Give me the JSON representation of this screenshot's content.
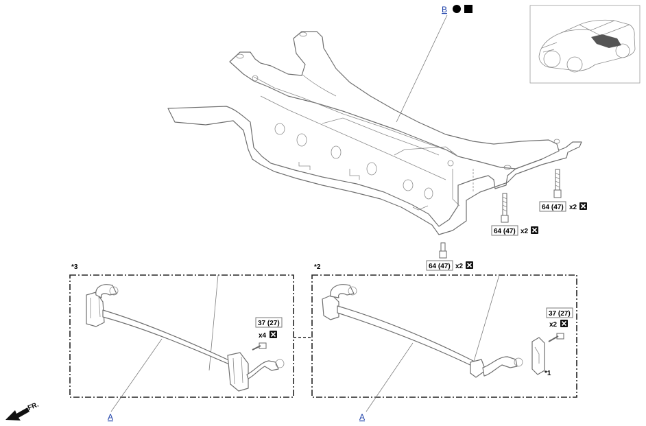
{
  "links": {
    "b": "B",
    "a_left": "A",
    "a_right": "A"
  },
  "callouts": {
    "star3": "*3",
    "star2": "*2",
    "star1": "*1",
    "front": "FR."
  },
  "torques": {
    "t1": "64 (47)",
    "q1": "x2",
    "t2": "64 (47)",
    "q2": "x2",
    "t3": "64 (47)",
    "q3": "x2",
    "t4": "37 (27)",
    "q4": "x4",
    "t5": "37 (27)",
    "q5": "x2"
  },
  "icons": {
    "b_symbols": [
      "filled-circle-icon",
      "filled-square-icon"
    ],
    "replace": "replace-x-icon",
    "front_arrow": "front-arrow-icon",
    "locator": "vehicle-locator-icon"
  }
}
